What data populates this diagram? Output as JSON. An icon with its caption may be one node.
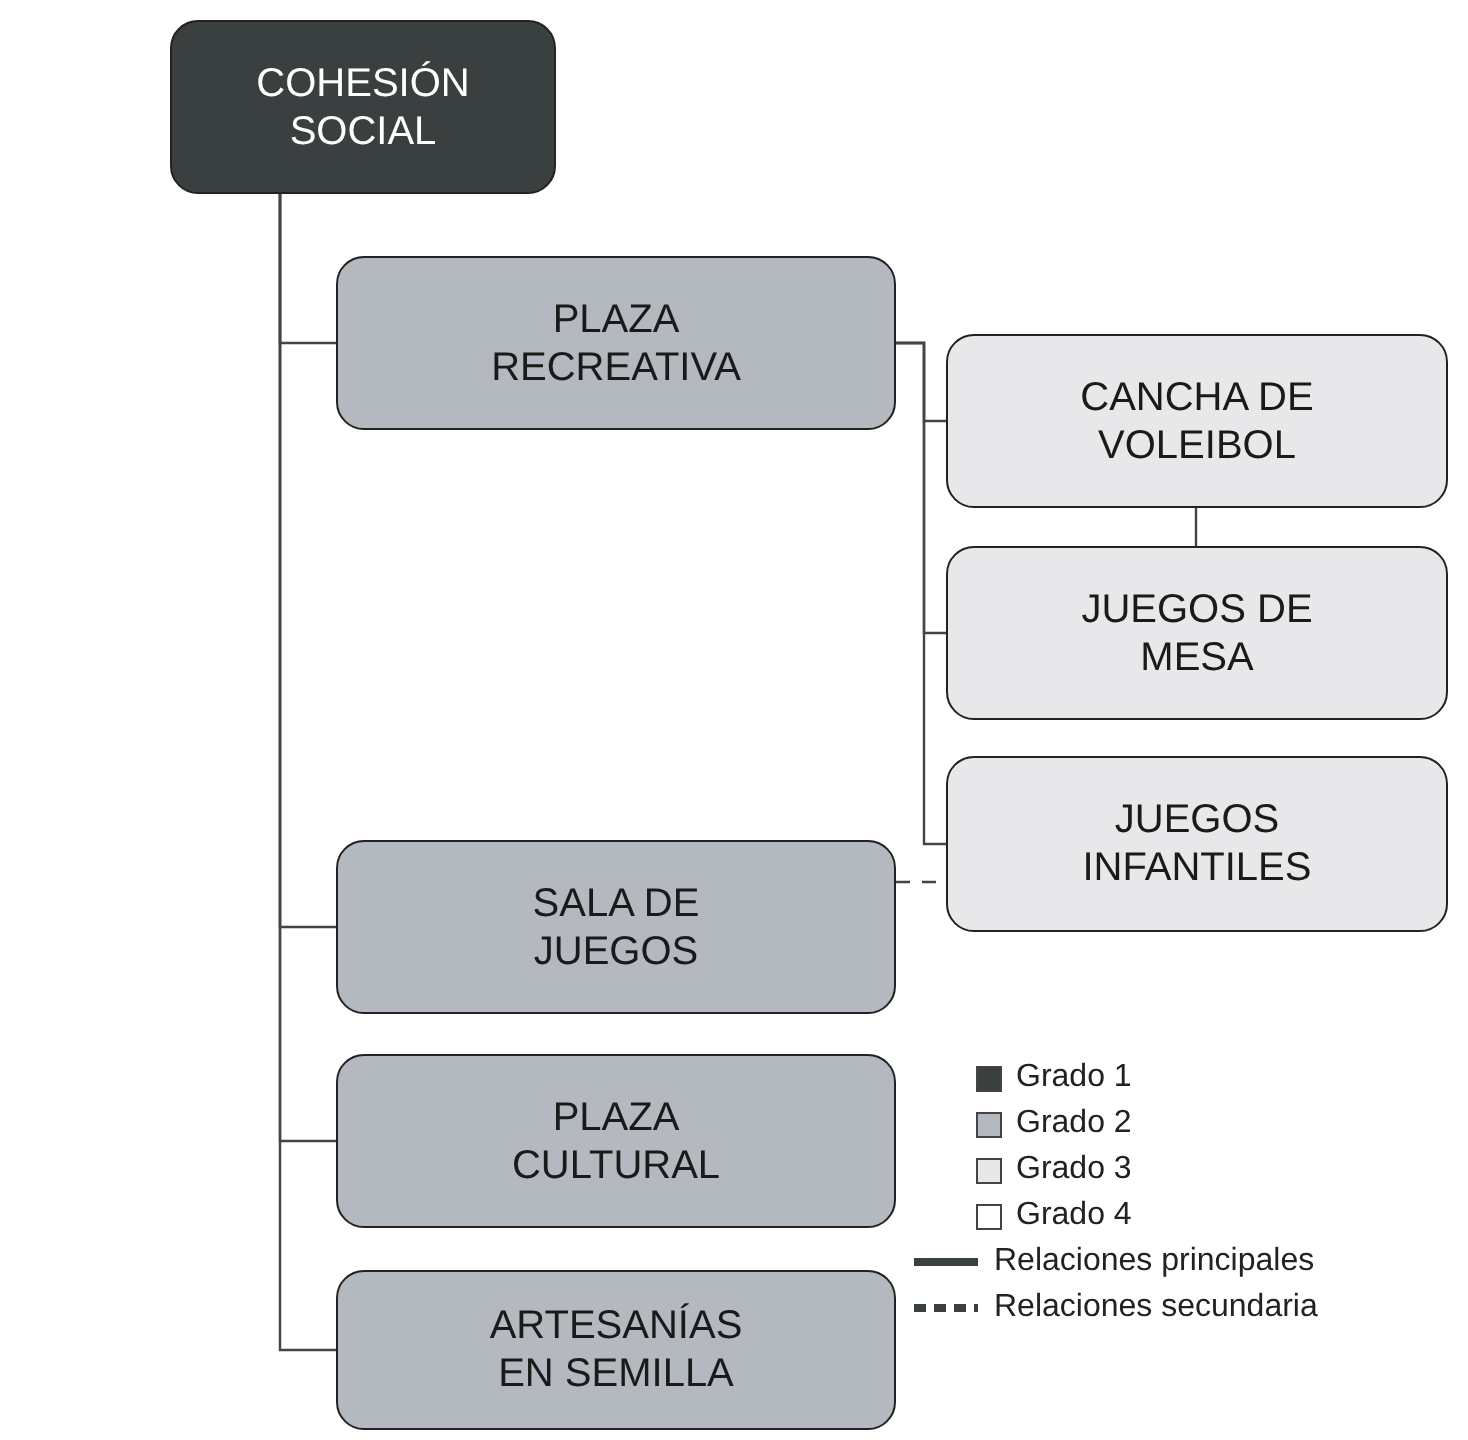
{
  "diagram": {
    "nodes": [
      {
        "text": [
          "COHESIÓN SOCIAL"
        ]
      },
      {
        "text": [
          "PLAZA RECREATIVA"
        ]
      },
      {
        "text": [
          "CANCHA DE VOLEIBOL"
        ]
      },
      {
        "text": [
          "JUEGOS DE MESA"
        ]
      },
      {
        "text": [
          "JUEGOS INFANTILES"
        ]
      },
      {
        "text": [
          "SALA DE JUEGOS"
        ]
      },
      {
        "text": [
          "PLAZA CULTURAL"
        ]
      },
      {
        "text": [
          "ARTESANÍAS EN SEMILLA"
        ]
      }
    ],
    "edges": [
      {
        "from": 0,
        "to": 1,
        "arrow": "none"
      },
      {
        "from": 0,
        "to": 5,
        "arrow": "none"
      },
      {
        "from": 0,
        "to": 6,
        "arrow": "none"
      },
      {
        "from": 0,
        "to": 7,
        "arrow": "none"
      },
      {
        "from": 1,
        "to": 2,
        "arrow": "none"
      },
      {
        "from": 1,
        "to": 3,
        "arrow": "none"
      },
      {
        "from": 1,
        "to": 4,
        "arrow": "none"
      },
      {
        "from": 2,
        "to": 3,
        "arrow": "none"
      },
      {
        "from": 5,
        "to": 4,
        "arrow": "none",
        "style": "dashed"
      }
    ],
    "legend": [
      {
        "text": "Grado 1",
        "color": "#3a3f40"
      },
      {
        "text": "Grado 2",
        "color": "#b4b8bf"
      },
      {
        "text": "Grado 3",
        "color": "#e8e8ea"
      },
      {
        "text": "Grado 4",
        "color": "#ffffff"
      },
      {
        "text": "Relaciones principales"
      },
      {
        "text": "Relaciones secundaria"
      }
    ]
  }
}
